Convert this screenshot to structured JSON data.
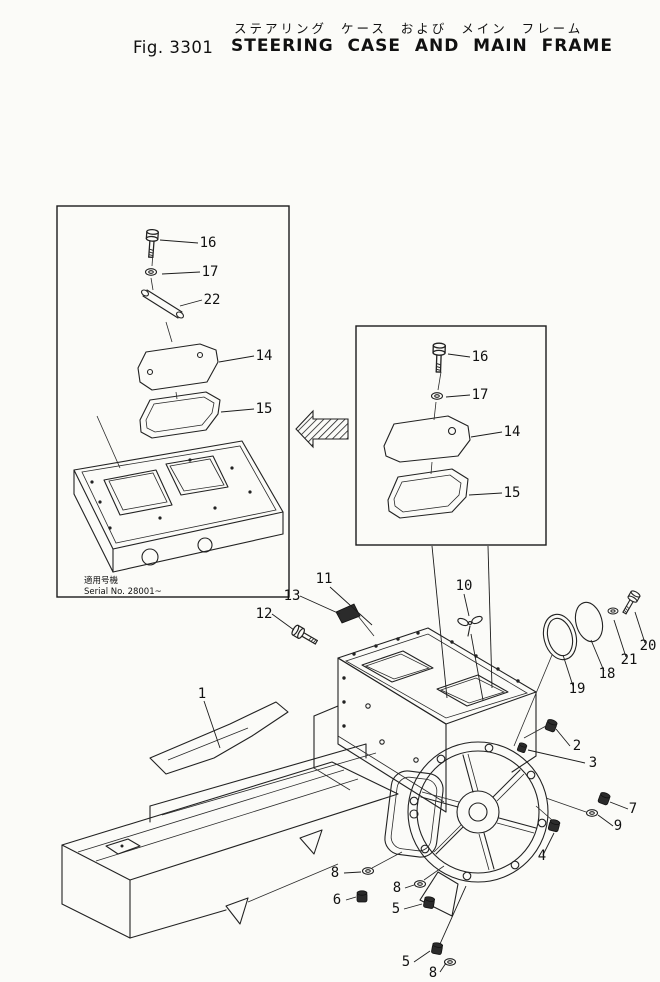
{
  "header": {
    "title_jp": "ステアリング  ケース  および  メイン  フレーム",
    "fig_label": "Fig. 3301",
    "title_en": "STEERING  CASE  AND  MAIN  FRAME"
  },
  "inset1": {
    "serial_label": "適用号機",
    "serial_text": "Serial  No. 28001~"
  },
  "callouts": [
    "16",
    "17",
    "22",
    "14",
    "15",
    "16",
    "17",
    "14",
    "15",
    "11",
    "13",
    "12",
    "10",
    "19",
    "18",
    "21",
    "20",
    "1",
    "2",
    "3",
    "7",
    "9",
    "4",
    "8",
    "6",
    "8",
    "5",
    "5",
    "8"
  ]
}
